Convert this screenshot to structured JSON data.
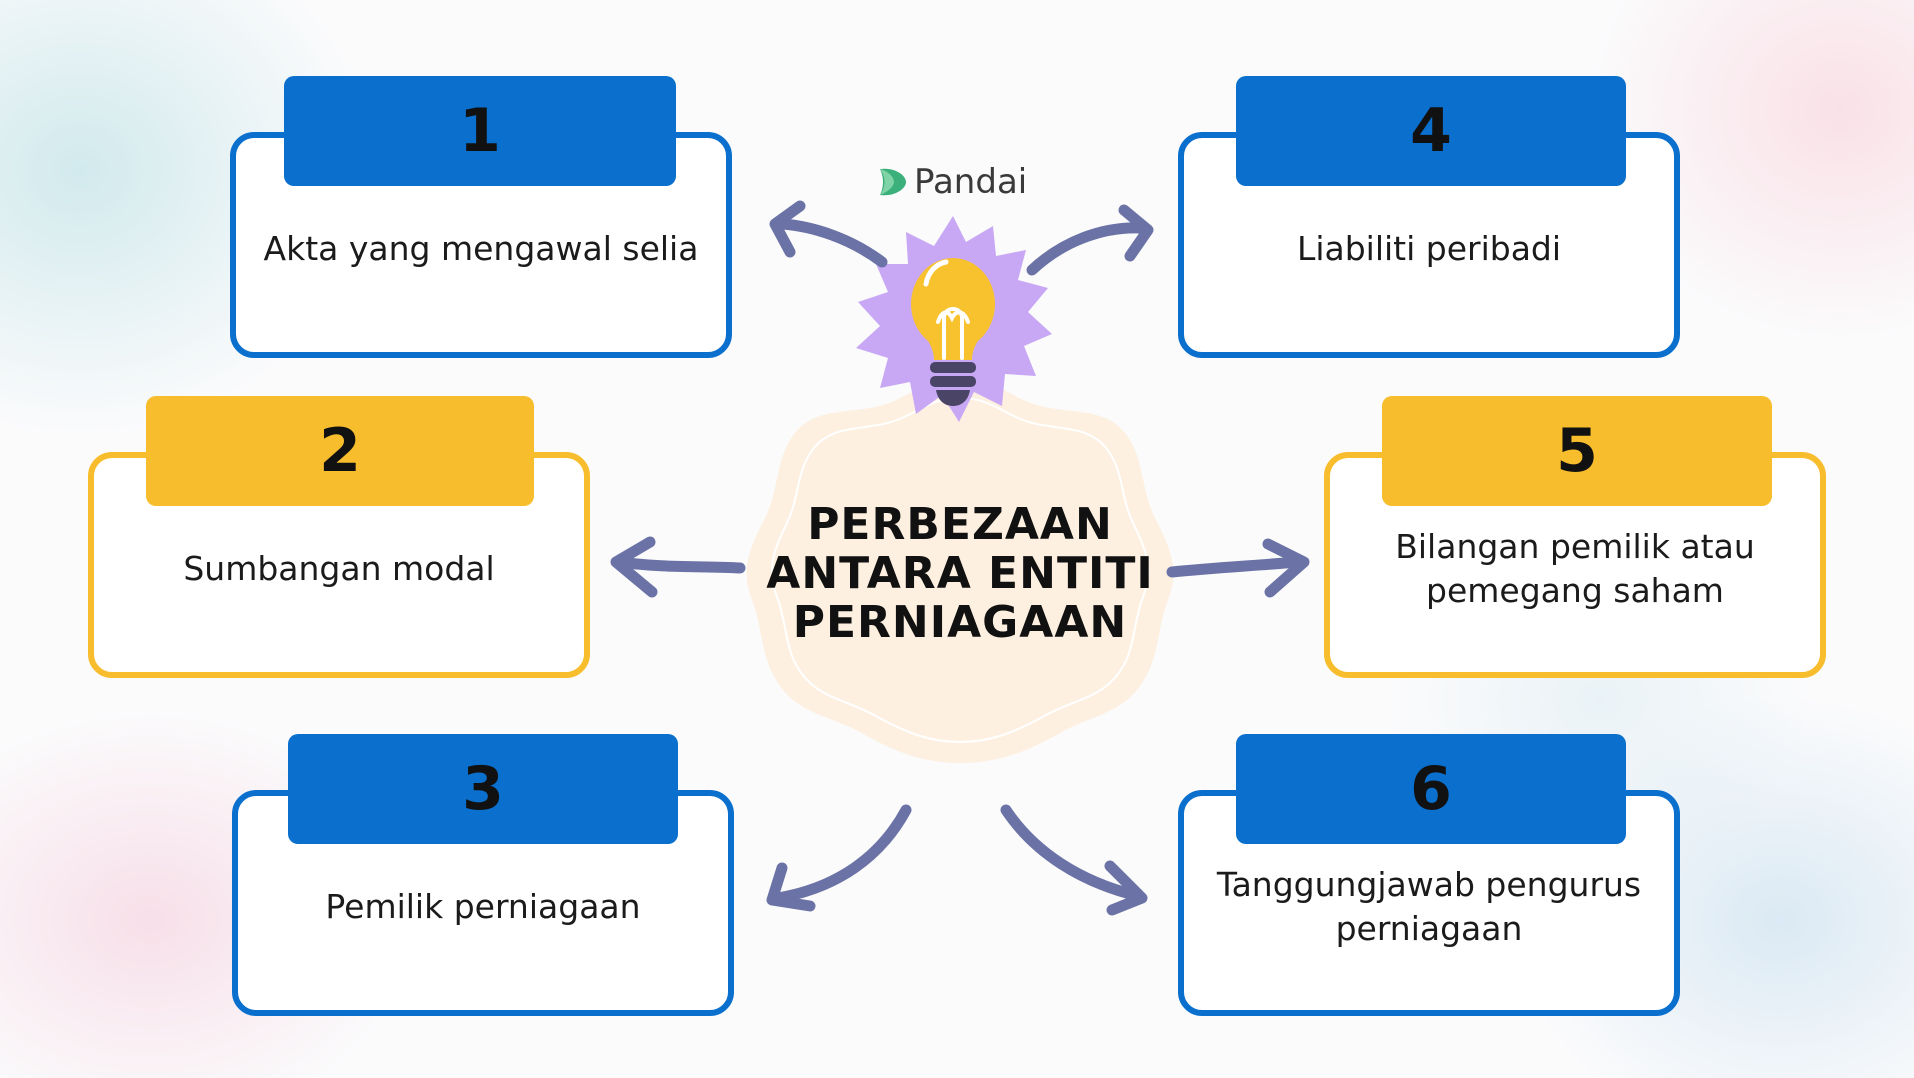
{
  "logo": {
    "text": "Pandai"
  },
  "center": {
    "title_lines": [
      "PERBEZAAN",
      "ANTARA ENTITI",
      "PERNIAGAAN"
    ]
  },
  "cards": [
    {
      "number": "1",
      "text": "Akta yang mengawal selia",
      "color": "#0a6fcd"
    },
    {
      "number": "2",
      "text": "Sumbangan modal",
      "color": "#f7bd2c"
    },
    {
      "number": "3",
      "text": "Pemilik perniagaan",
      "color": "#0a6fcd"
    },
    {
      "number": "4",
      "text": "Liabiliti peribadi",
      "color": "#0a6fcd"
    },
    {
      "number": "5",
      "text": "Bilangan pemilik atau pemegang saham",
      "color": "#f7bd2c"
    },
    {
      "number": "6",
      "text": "Tanggungjawab pengurus perniagaan",
      "color": "#0a6fcd"
    }
  ],
  "colors": {
    "blue": "#0a6fcd",
    "yellow": "#f7bd2c",
    "arrow": "#6b73a6",
    "starburst": "#c8a8f4",
    "bulb": "#f8c22e",
    "center_blob": "#fdf0e0"
  }
}
